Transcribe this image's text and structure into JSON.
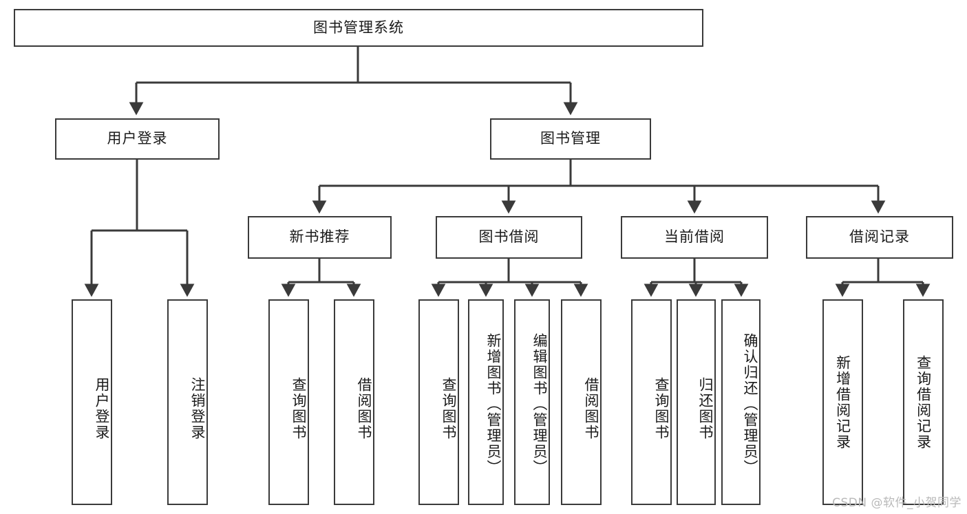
{
  "diagram": {
    "title": "图书管理系统",
    "type": "tree",
    "root": {
      "label": "图书管理系统"
    },
    "level2": [
      {
        "label": "用户登录"
      },
      {
        "label": "图书管理"
      }
    ],
    "level3": [
      {
        "label": "新书推荐",
        "parent": "图书管理"
      },
      {
        "label": "图书借阅",
        "parent": "图书管理"
      },
      {
        "label": "当前借阅",
        "parent": "图书管理"
      },
      {
        "label": "借阅记录",
        "parent": "图书管理"
      }
    ],
    "leaves": {
      "user_login": [
        {
          "label": "用户登录"
        },
        {
          "label": "注销登录"
        }
      ],
      "new_book_recommend": [
        {
          "label": "查询图书"
        },
        {
          "label": "借阅图书"
        }
      ],
      "book_borrow": [
        {
          "label": "查询图书"
        },
        {
          "label": "新增图书（管理员）"
        },
        {
          "label": "编辑图书（管理员）"
        },
        {
          "label": "借阅图书"
        }
      ],
      "current_borrow": [
        {
          "label": "查询图书"
        },
        {
          "label": "归还图书"
        },
        {
          "label": "确认归还（管理员）"
        }
      ],
      "borrow_record": [
        {
          "label": "新增借阅记录"
        },
        {
          "label": "查询借阅记录"
        }
      ]
    }
  },
  "watermark": {
    "text": "CSDN @软件_小贺同学"
  },
  "colors": {
    "border": "#3a3a3a",
    "background": "#ffffff",
    "text": "#1a1a1a",
    "watermark": "#b9b9b9"
  }
}
